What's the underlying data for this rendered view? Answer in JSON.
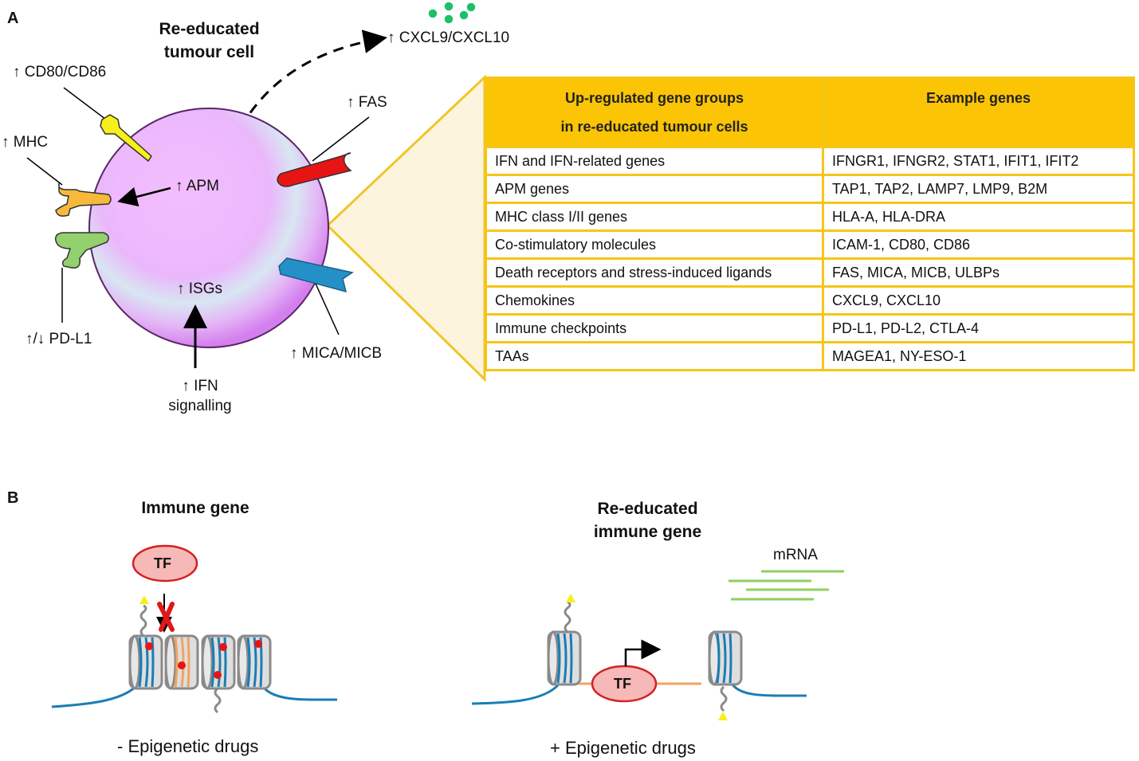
{
  "panel_a": {
    "letter": "A",
    "title_line1": "Re-educated",
    "title_line2": "tumour cell",
    "labels": {
      "cd80_cd86": "↑ CD80/CD86",
      "mhc": "↑ MHC",
      "pdl1": "↑/↓ PD-L1",
      "apm": "↑ APM",
      "isgs": "↑ ISGs",
      "ifn_line1": "↑ IFN",
      "ifn_line2": "signalling",
      "fas": "↑ FAS",
      "mica_micb": "↑ MICA/MICB",
      "cxcl": "↑ CXCL9/CXCL10"
    },
    "colors": {
      "cell_outer": "#d98cf0",
      "cell_inner": "#f0b8ff",
      "cell_ring": "#cfe6f0",
      "cd80_receptor": "#f7ef1a",
      "mhc_receptor": "#f6b93a",
      "pdl1_receptor": "#93d06e",
      "fas_receptor": "#e81414",
      "mica_receptor": "#2490c8",
      "chemokine_dots": "#1fbf6a",
      "table_accent": "#fbc405",
      "callout_fill": "#fdf4de"
    },
    "table": {
      "headers": [
        "Up-regulated gene groups\nin re-educated tumour cells",
        "Example genes"
      ],
      "header_col1_line1": "Up-regulated gene groups",
      "header_col1_line2": "in re-educated tumour cells",
      "header_col2": "Example genes",
      "rows": [
        {
          "group": "IFN and IFN-related genes",
          "genes": "IFNGR1, IFNGR2, STAT1, IFIT1, IFIT2"
        },
        {
          "group": "APM genes",
          "genes": "TAP1, TAP2, LAMP7, LMP9, B2M"
        },
        {
          "group": "MHC class I/II genes",
          "genes": "HLA-A, HLA-DRA"
        },
        {
          "group": "Co-stimulatory molecules",
          "genes": "ICAM-1, CD80, CD86"
        },
        {
          "group": "Death receptors and stress-induced ligands",
          "genes": "FAS, MICA, MICB, ULBPs"
        },
        {
          "group": "Chemokines",
          "genes": "CXCL9, CXCL10"
        },
        {
          "group": "Immune checkpoints",
          "genes": "PD-L1, PD-L2, CTLA-4"
        },
        {
          "group": "TAAs",
          "genes": "MAGEA1, NY-ESO-1"
        }
      ]
    }
  },
  "panel_b": {
    "letter": "B",
    "left": {
      "title": "Immune gene",
      "tf_label": "TF",
      "caption": "- Epigenetic drugs"
    },
    "right": {
      "title_line1": "Re-educated",
      "title_line2": "immune gene",
      "tf_label": "TF",
      "mrna_label": "mRNA",
      "caption": "+ Epigenetic drugs"
    },
    "colors": {
      "dna": "#1a7db5",
      "open_dna": "#f0a460",
      "histone": "#d8d8d8",
      "histone_edge": "#8a8a8a",
      "methyl_mark": "#e81414",
      "acetyl_mark": "#f7ef1a",
      "tf_fill": "#f7b8b8",
      "tf_edge": "#d42020",
      "mrna": "#8fcf63",
      "block_x": "#e01818"
    }
  }
}
